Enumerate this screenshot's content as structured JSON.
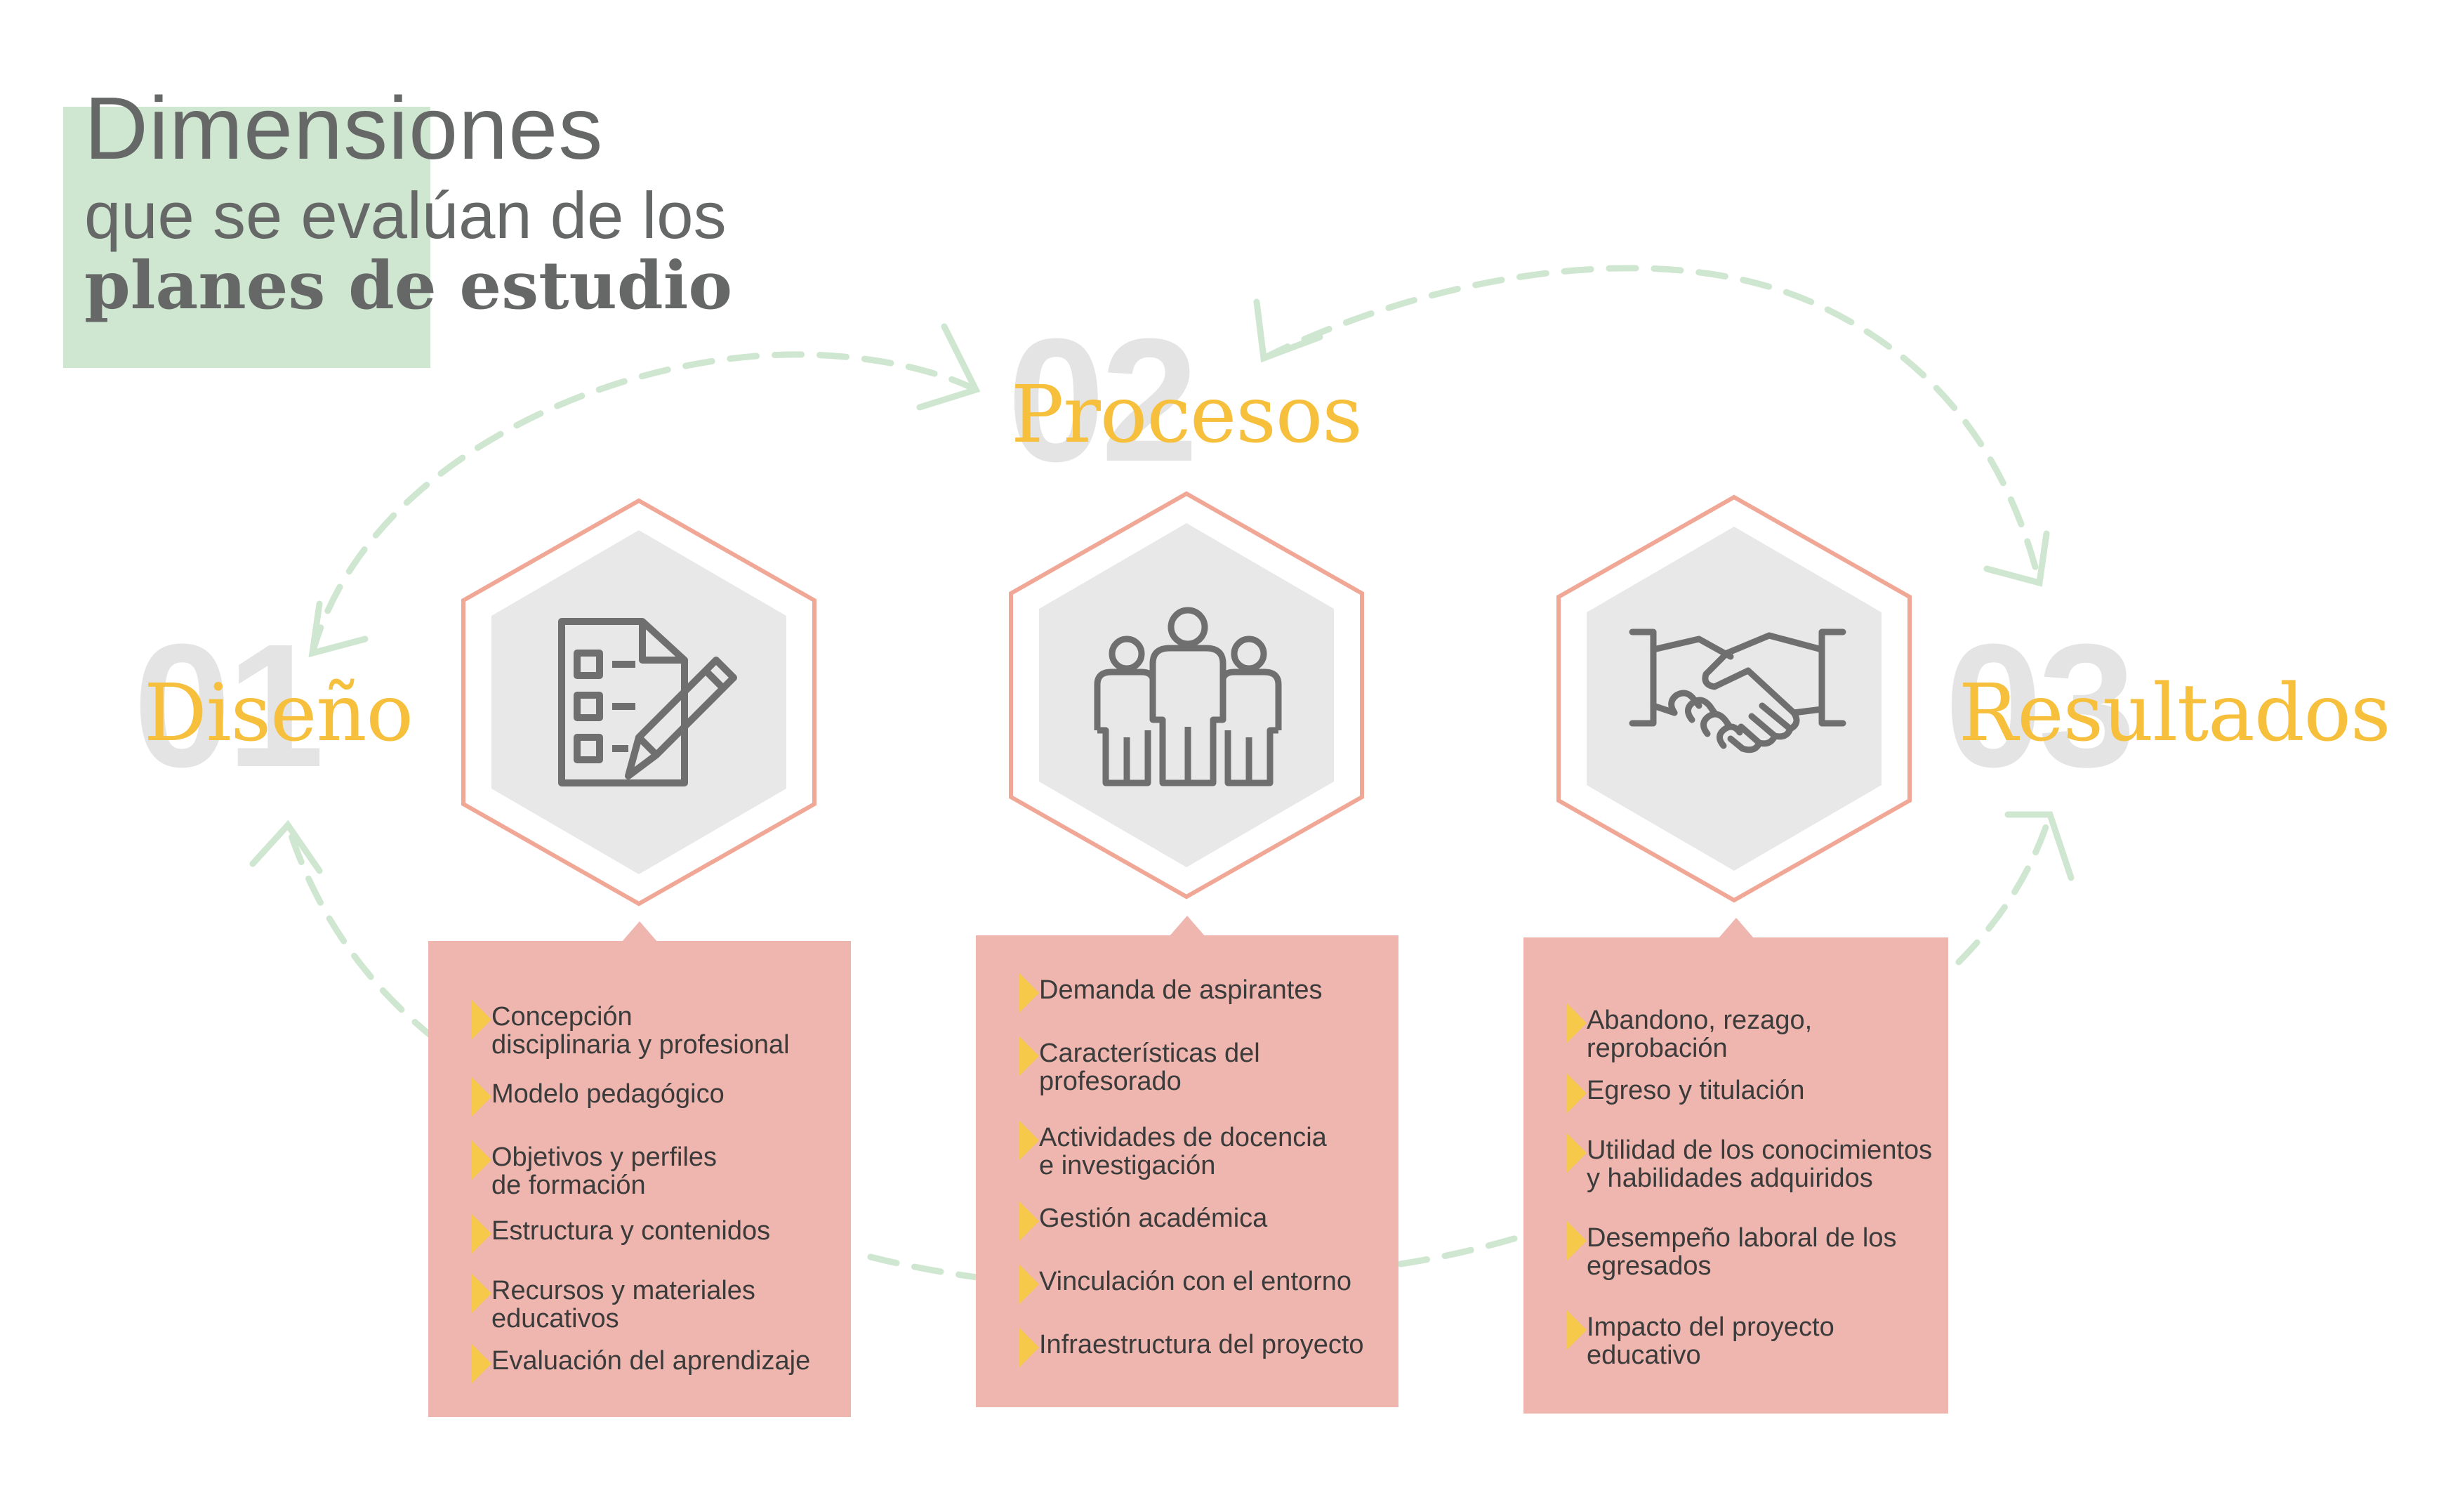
{
  "title": {
    "line1": "Dimensiones",
    "line2": "que se evalúan de los",
    "line3": "planes de estudio"
  },
  "stages": [
    {
      "number": "01",
      "label": "Diseño",
      "icon": "checklist-pencil-icon",
      "items": [
        "Concepción\ndisciplinaria y profesional",
        "Modelo pedagógico",
        "Objetivos y perfiles\nde formación",
        "Estructura y contenidos",
        "Recursos y materiales\neducativos",
        "Evaluación del aprendizaje"
      ]
    },
    {
      "number": "02",
      "label": "Procesos",
      "icon": "group-people-icon",
      "items": [
        "Demanda de aspirantes",
        "Características del\nprofesorado",
        "Actividades de docencia\ne investigación",
        "Gestión académica",
        "Vinculación con el entorno",
        "Infraestructura del proyecto"
      ]
    },
    {
      "number": "03",
      "label": "Resultados",
      "icon": "handshake-icon",
      "items": [
        "Abandono, rezago, reprobación",
        "Egreso y titulación",
        "Utilidad de los conocimientos\ny habilidades adquiridos",
        "Desempeño laboral de los\negresados",
        "Impacto del proyecto\neducativo"
      ]
    }
  ],
  "colors": {
    "title_box": "#cfe6d0",
    "title_text": "#666867",
    "label": "#f6bf3c",
    "big_number": "#e4e4e4",
    "hex_outline": "#f0a796",
    "hex_fill": "#e8e8e8",
    "icon_stroke": "#6f6f6f",
    "box_fill": "#eeb6ae",
    "marker": "#f6c94a",
    "arrow": "#cfe6d0"
  }
}
